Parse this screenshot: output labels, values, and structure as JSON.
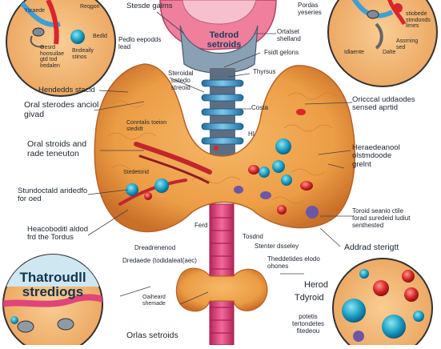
{
  "top_center": {
    "organ_label": "Tedrod\nsetroids",
    "left_label": "Stesde galms",
    "right_label_1": "Ortalset\nshelland",
    "right_label_2": "Fsidt gelons",
    "thyrsus_label": "Thyrsus"
  },
  "top_left_inset": {
    "label_1": "Ysraede",
    "label_2": "Reqgon",
    "label_3": "Bedld",
    "label_4": "Gesrd\nhoosuilae\ngtd tod\nlredalen",
    "label_5": "Bndeaily\nstinos"
  },
  "top_right_inset": {
    "label_1": "Pordas\nyeseries",
    "label_2": "stiobede\nstrndonds\nlimes",
    "label_3": "Assrning\nsed",
    "label_4": "Idlaente",
    "label_5": "Dalte"
  },
  "left_labels": {
    "pdolo": "Pedlo eepodds\nlead",
    "hendeds": "Hendedds stacid",
    "oral_sterodes": "Oral sterodes anciol\ngivad",
    "oral_stroids": "Oral stroids and\nrade teneuton",
    "stundoctald": "Stundoctald aridedfo\nfor oed",
    "heacoboditl": "Heacoboditl aldod\nfrd the Tordus"
  },
  "center_labels": {
    "steroidal": "Steroidal\nsatedo\nstreoid",
    "costa": "Costa",
    "hi": "HI",
    "conntalis": "Conntalis toeion\nstedidt",
    "stedetorid": "Stedetorid",
    "ferd": "Ferd",
    "dreadrenenod": "Dreadrenenod",
    "dredaede": "Dredaede (todidaleat(aec)",
    "tosdnd": "Tosdnd",
    "stenter": "Stenter dsseley",
    "theddetides": "Theddetides elodo\nohones",
    "oaiheard": "Oaiheard\nshemade"
  },
  "right_labels": {
    "oricccal": "Oricccal uddaodes\nsensed aprtid",
    "heraedeanool": "Heraedeanool\nolstmdoode\ngrelnt",
    "toroid": "Toroid seanio ctile\nforad suredeid ludiut\nsenthested",
    "addrad": "Addrad sterigtt"
  },
  "bottom_left_inset": {
    "title": "Thatroudll\nstrediogs",
    "caption": "Orlas setroids"
  },
  "bottom_right_inset": {
    "herod": "Herod",
    "tdyroid": "Tdyroid",
    "potetis": "potetis\ntertondetes\nfitedeou"
  },
  "icons": [
    "thyroid-gland-icon",
    "trachea-icon",
    "cell-icon",
    "blood-vessel-icon",
    "magnifier-inset-icon"
  ],
  "colors": {
    "gland": "#ec9d45",
    "gland_dark": "#c96f28",
    "trachea": "#e0457a",
    "larynx": "#f07a9a",
    "cartilage": "#3e9ed6",
    "cell_blue": "#1aa0c4",
    "cell_red": "#d8262c",
    "cell_purple": "#6d56a8",
    "inset_bg": "#f4b877",
    "inset_ring": "#333333"
  }
}
